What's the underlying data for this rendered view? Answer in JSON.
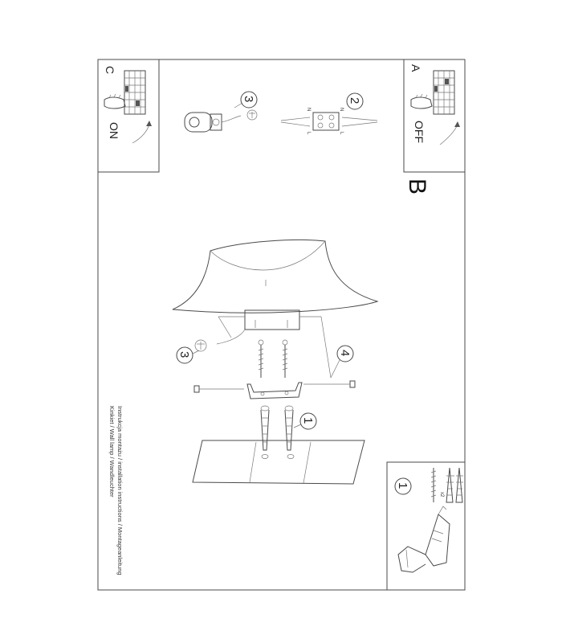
{
  "panels": {
    "a": {
      "letter": "A",
      "state": "OFF"
    },
    "c": {
      "letter": "C",
      "state": "ON"
    },
    "b": {
      "letter": "B"
    }
  },
  "steps": {
    "s1_callout": "1",
    "s1_anchor_qty": "x2",
    "s2_callout": "2",
    "s3_callout": "3",
    "s4_callout": "4",
    "wiring_n": "N",
    "wiring_l": "L"
  },
  "caption": {
    "line1": "Instrukcja montażu / installation instructions / Montageanleitung",
    "line2": "Kinkiet / Wall lamp / Wandleuchter"
  }
}
